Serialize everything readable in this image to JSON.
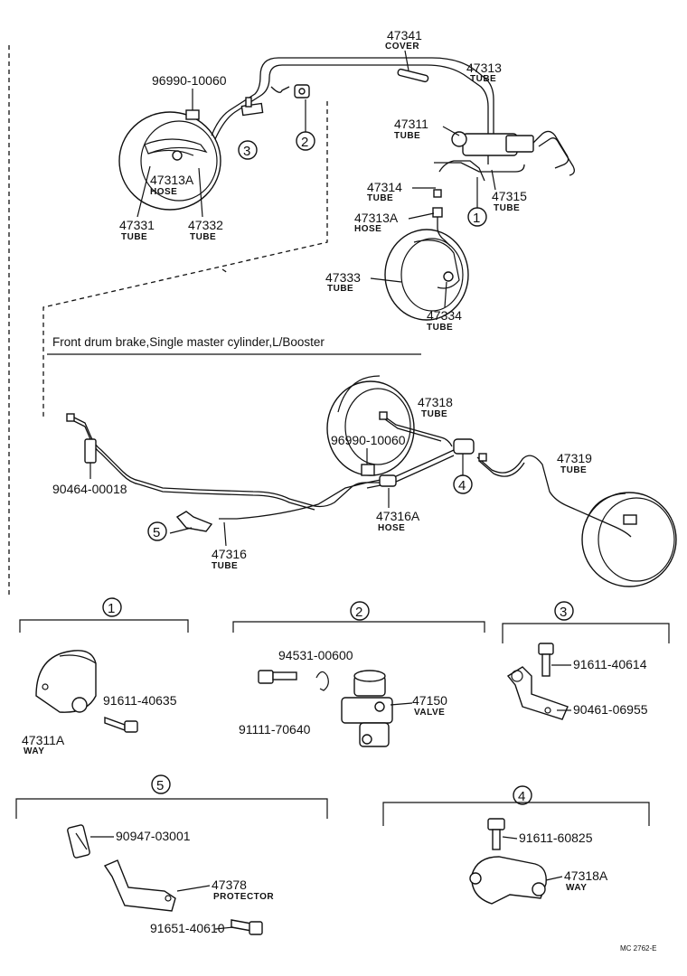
{
  "diagram": {
    "section_title": "Front drum brake,Single master cylinder,L/Booster",
    "drawing_code": "MC 2762-E",
    "top_labels": {
      "cover": {
        "part": "47341",
        "desc": "COVER"
      },
      "tube_47313": {
        "part": "47313",
        "desc": "TUBE"
      },
      "bolt_96990_top": {
        "part": "96990-10060"
      },
      "tube_47311": {
        "part": "47311",
        "desc": "TUBE"
      },
      "hose_47313a_left": {
        "part": "47313A",
        "desc": "HOSE"
      },
      "tube_47331": {
        "part": "47331",
        "desc": "TUBE"
      },
      "tube_47332": {
        "part": "47332",
        "desc": "TUBE"
      },
      "tube_47314": {
        "part": "47314",
        "desc": "TUBE"
      },
      "tube_47315": {
        "part": "47315",
        "desc": "TUBE"
      },
      "hose_47313a_right": {
        "part": "47313A",
        "desc": "HOSE"
      },
      "tube_47333": {
        "part": "47333",
        "desc": "TUBE"
      },
      "tube_47334": {
        "part": "47334",
        "desc": "TUBE"
      }
    },
    "mid_labels": {
      "tube_47318": {
        "part": "47318",
        "desc": "TUBE"
      },
      "bolt_96990_mid": {
        "part": "96990-10060"
      },
      "tube_47319": {
        "part": "47319",
        "desc": "TUBE"
      },
      "clip_90464": {
        "part": "90464-00018"
      },
      "hose_47316a": {
        "part": "47316A",
        "desc": "HOSE"
      },
      "tube_47316": {
        "part": "47316",
        "desc": "TUBE"
      }
    },
    "callouts": [
      "1",
      "2",
      "3",
      "4",
      "5"
    ],
    "detail1": {
      "num": "1",
      "bolt": "91611-40635",
      "way_part": "47311A",
      "way_desc": "WAY"
    },
    "detail2": {
      "num": "2",
      "pin": "94531-00600",
      "bolt": "91111-70640",
      "valve_part": "47150",
      "valve_desc": "VALVE"
    },
    "detail3": {
      "num": "3",
      "bolt": "91611-40614",
      "bracket": "90461-06955"
    },
    "detail5": {
      "num": "5",
      "sleeve": "90947-03001",
      "protector_part": "47378",
      "protector_desc": "PROTECTOR",
      "bolt": "91651-40610"
    },
    "detail4": {
      "num": "4",
      "bolt": "91611-60825",
      "way_part": "47318A",
      "way_desc": "WAY"
    }
  }
}
